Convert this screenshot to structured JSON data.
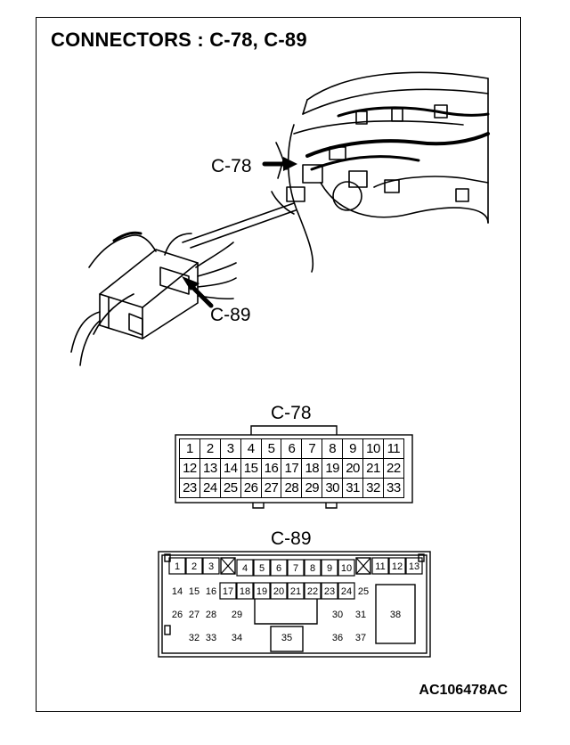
{
  "title": "CONNECTORS : C-78, C-89",
  "drawing_code": "AC106478AC",
  "callouts": {
    "c78": "C-78",
    "c89": "C-89"
  },
  "c78": {
    "label": "C-78",
    "rows": [
      [
        "1",
        "2",
        "3",
        "4",
        "5",
        "6",
        "7",
        "8",
        "9",
        "10",
        "11"
      ],
      [
        "12",
        "13",
        "14",
        "15",
        "16",
        "17",
        "18",
        "19",
        "20",
        "21",
        "22"
      ],
      [
        "23",
        "24",
        "25",
        "26",
        "27",
        "28",
        "29",
        "30",
        "31",
        "32",
        "33"
      ]
    ]
  },
  "c89": {
    "label": "C-89",
    "top_row": [
      "1",
      "2",
      "3",
      "4",
      "5",
      "6",
      "7",
      "8",
      "9",
      "10",
      "11",
      "12",
      "13"
    ],
    "row2": [
      "14",
      "15",
      "16",
      "17",
      "18",
      "19",
      "20",
      "21",
      "22",
      "23",
      "24",
      "25"
    ],
    "row3": [
      "26",
      "27",
      "28",
      "29",
      "30",
      "31"
    ],
    "row4": [
      "32",
      "33",
      "34",
      "35",
      "36",
      "37"
    ],
    "big_pin": "38"
  }
}
